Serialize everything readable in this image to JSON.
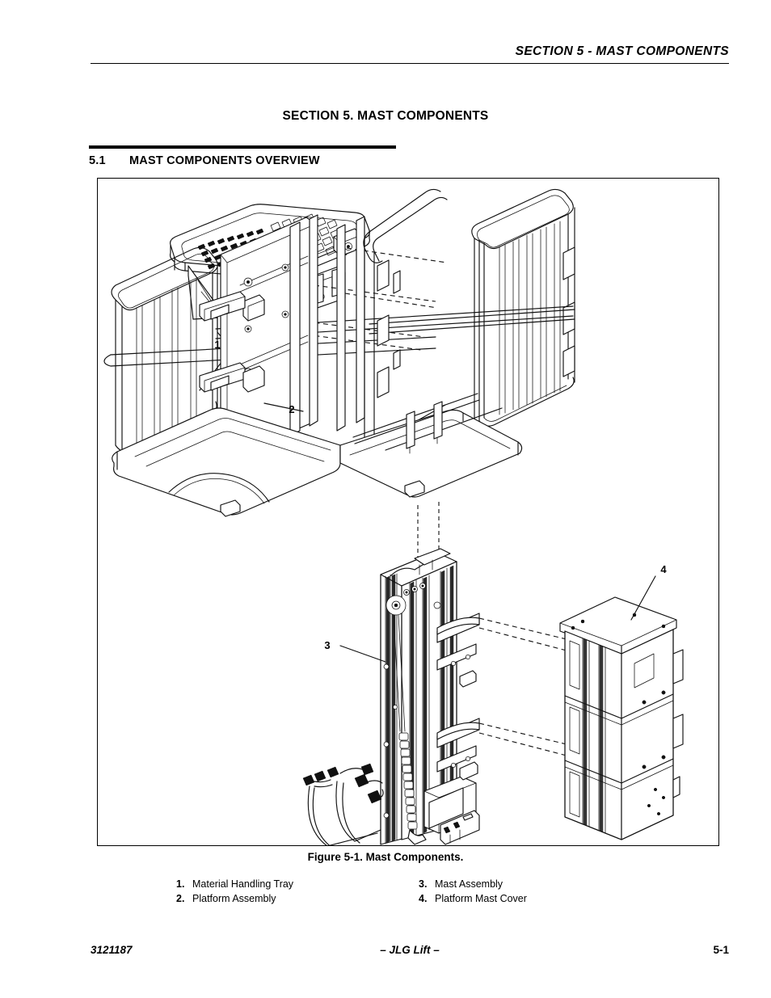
{
  "header": {
    "running_head": "SECTION 5 - MAST COMPONENTS"
  },
  "section": {
    "title": "SECTION 5.  MAST COMPONENTS"
  },
  "subsection": {
    "number": "5.1",
    "title": "MAST COMPONENTS OVERVIEW"
  },
  "figure": {
    "caption": "Figure 5-1.  Mast Components.",
    "callouts": [
      {
        "num": "1",
        "label": "Material Handling Tray"
      },
      {
        "num": "2",
        "label": "Platform Assembly"
      },
      {
        "num": "3",
        "label": "Mast Assembly"
      },
      {
        "num": "4",
        "label": "Platform Mast Cover"
      }
    ],
    "legend": {
      "left": [
        {
          "num": "1.",
          "text": "Material Handling Tray"
        },
        {
          "num": "2.",
          "text": "Platform Assembly"
        }
      ],
      "right": [
        {
          "num": "3.",
          "text": "Mast Assembly"
        },
        {
          "num": "4.",
          "text": "Platform Mast Cover"
        }
      ]
    }
  },
  "footer": {
    "document_number": "3121187",
    "company": "– JLG Lift –",
    "page_number": "5-1"
  },
  "colors": {
    "ink": "#000000",
    "paper": "#ffffff",
    "line": "#1a1a1a"
  }
}
